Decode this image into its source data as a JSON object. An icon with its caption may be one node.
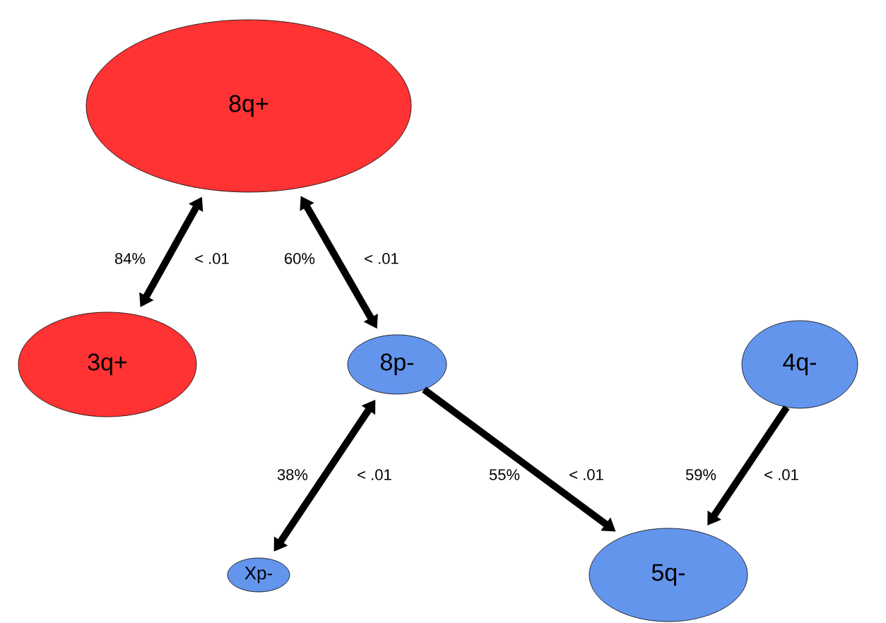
{
  "diagram": {
    "nodes": [
      {
        "text": [
          "8q+"
        ]
      },
      {
        "text": [
          "3q+"
        ]
      },
      {
        "text": [
          "8p-"
        ]
      },
      {
        "text": [
          "4q-"
        ]
      },
      {
        "text": [
          "Xp-"
        ]
      },
      {
        "text": [
          "5q-"
        ]
      }
    ],
    "edges": [
      {
        "from": 0,
        "to": 1,
        "arrow": "both",
        "label": "84%"
      },
      {
        "from": 0,
        "to": 2,
        "arrow": "both",
        "label": "60%"
      },
      {
        "from": 2,
        "to": 4,
        "arrow": "both",
        "label": "38%"
      },
      {
        "from": 2,
        "to": 5,
        "arrow": "to",
        "label": "55%"
      },
      {
        "from": 3,
        "to": 5,
        "arrow": "to",
        "label": "59%"
      }
    ],
    "labels": [
      "< .01",
      "< .01",
      "< .01",
      "< .01",
      "< .01"
    ]
  }
}
